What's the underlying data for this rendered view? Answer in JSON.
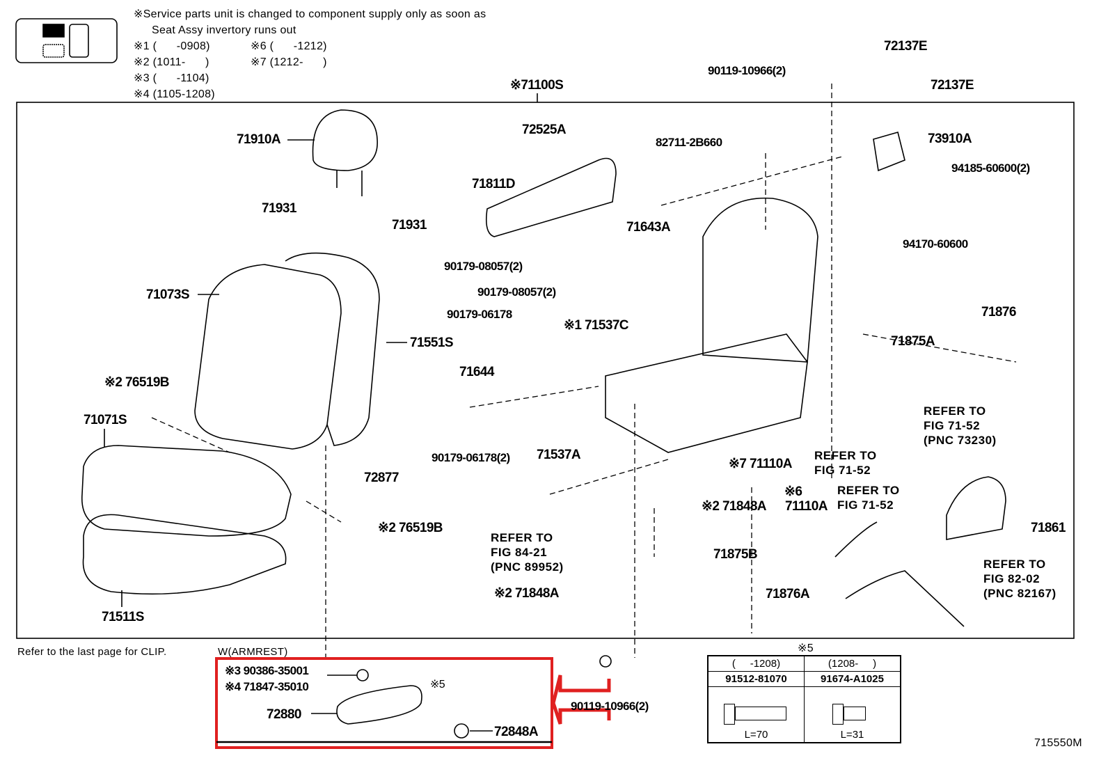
{
  "legend": {
    "note_line1": "※Service parts unit is changed to component supply only as soon as",
    "note_line2": "Seat Assy invertory runs out",
    "codes": [
      "※1 (      -0908)",
      "※2 (1011-      )",
      "※3 (      -1104)",
      "※4 (1105-1208)",
      "※6 (      -1212)",
      "※7 (1212-      )"
    ]
  },
  "parts": {
    "p71100S": "※71100S",
    "p72137E_a": "72137E",
    "p72137E_b": "72137E",
    "p90119_top": "90119-10966(2)",
    "p72525A": "72525A",
    "p82711": "82711-2B660",
    "p73910A": "73910A",
    "p94185": "94185-60600(2)",
    "p71910A": "71910A",
    "p71811D": "71811D",
    "p71931_a": "71931",
    "p71931_b": "71931",
    "p71643A": "71643A",
    "p94170": "94170-60600",
    "p90179_08057_a": "90179-08057(2)",
    "p90179_08057_b": "90179-08057(2)",
    "p71073S": "71073S",
    "p90179_06178": "90179-06178",
    "p71537C": "※1 71537C",
    "p71876": "71876",
    "p71875A": "71875A",
    "p71551S": "71551S",
    "p71644": "71644",
    "p76519B_a": "※2 76519B",
    "p71071S": "71071S",
    "p90179_06178_2": "90179-06178(2)",
    "p71537A": "71537A",
    "p72877": "72877",
    "p71110A_7": "※7 71110A",
    "p71110A_6_mark": "※6",
    "p71110A_6": "71110A",
    "p71848A_a": "※2 71848A",
    "p76519B_b": "※2 76519B",
    "p71861": "71861",
    "p71875B": "71875B",
    "p71848A_b": "※2 71848A",
    "p71876A": "71876A",
    "p71511S": "71511S",
    "p90386": "※3 90386-35001",
    "p71847": "※4 71847-35010",
    "p72880": "72880",
    "p5mark": "※5",
    "p72848A": "72848A",
    "p90119_bottom": "90119-10966(2)"
  },
  "references": {
    "r73230": "REFER TO\nFIG 71-52\n(PNC 73230)",
    "r7152_a": "REFER TO\nFIG 71-52",
    "r7152_b": "REFER TO\nFIG 71-52",
    "r89952": "REFER TO\nFIG 84-21\n(PNC 89952)",
    "r82167": "REFER TO\nFIG 82-02\n(PNC 82167)"
  },
  "notes": {
    "clip": "Refer to the last page for CLIP.",
    "armrest": "W(ARMREST)",
    "figure_id": "715550M"
  },
  "table5": {
    "title": "※5",
    "headers": [
      "(     -1208)",
      "(1208-     )"
    ],
    "part_numbers": [
      "91512-81070",
      "91674-A1025"
    ],
    "lengths": [
      "L=70",
      "L=31"
    ]
  },
  "highlight": {
    "color": "#e02020",
    "target": "W(ARMREST)"
  }
}
